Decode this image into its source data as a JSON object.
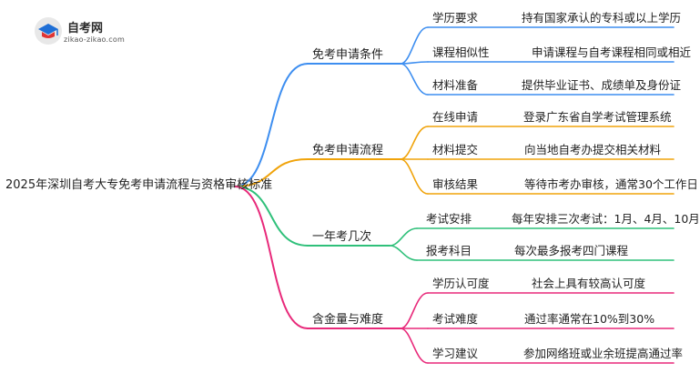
{
  "logo": {
    "name": "自考网",
    "url": "zikao-zikao.com"
  },
  "root": {
    "label": "2025年深圳自考大专免考申请流程与资格审核标准"
  },
  "branches": [
    {
      "label": "免考申请条件",
      "color": "#3d8ef0",
      "leaves": [
        {
          "label": "学历要求",
          "desc": "持有国家承认的专科或以上学历"
        },
        {
          "label": "课程相似性",
          "desc": "申请课程与自考课程相同或相近"
        },
        {
          "label": "材料准备",
          "desc": "提供毕业证书、成绩单及身份证"
        }
      ]
    },
    {
      "label": "免考申请流程",
      "color": "#f0a30a",
      "leaves": [
        {
          "label": "在线申请",
          "desc": "登录广东省自学考试管理系统"
        },
        {
          "label": "材料提交",
          "desc": "向当地自考办提交相关材料"
        },
        {
          "label": "审核结果",
          "desc": "等待市考办审核，通常30个工作日"
        }
      ]
    },
    {
      "label": "一年考几次",
      "color": "#2fc07a",
      "leaves": [
        {
          "label": "考试安排",
          "desc": "每年安排三次考试：1月、4月、10月"
        },
        {
          "label": "报考科目",
          "desc": "每次最多报考四门课程"
        }
      ]
    },
    {
      "label": "含金量与难度",
      "color": "#e8297a",
      "leaves": [
        {
          "label": "学历认可度",
          "desc": "社会上具有较高认可度"
        },
        {
          "label": "考试难度",
          "desc": "通过率通常在10%到30%"
        },
        {
          "label": "学习建议",
          "desc": "参加网络班或业余班提高通过率"
        }
      ]
    }
  ]
}
